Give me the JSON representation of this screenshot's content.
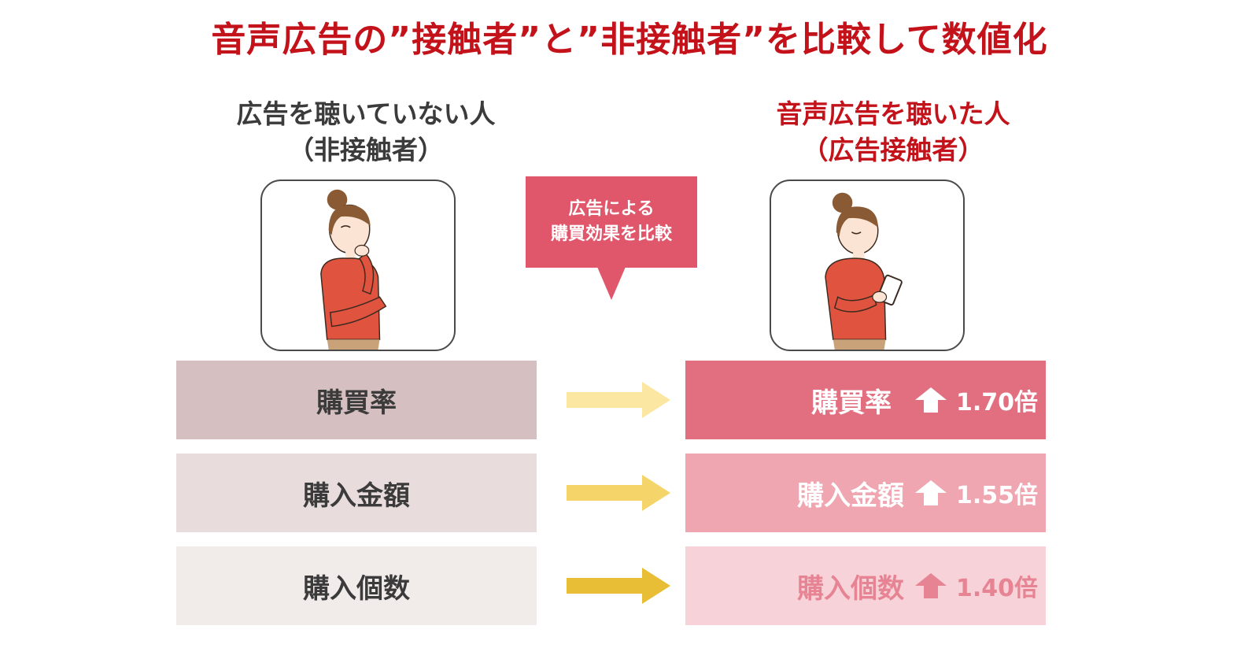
{
  "title": "音声広告の”接触者”と”非接触者”を比較して数値化",
  "left_header": {
    "line1": "広告を聴いていない人",
    "line2": "（非接触者）"
  },
  "right_header": {
    "line1": "音声広告を聴いた人",
    "line2": "（広告接触者）"
  },
  "bubble": {
    "line1": "広告による",
    "line2": "購買効果を比較"
  },
  "rows": [
    {
      "label": "購買率",
      "multiplier": "1.70倍",
      "colors": {
        "left_bg": "#d5bfc0",
        "right_bg": "#e26f80",
        "right_text": "#ffffff",
        "arrow": "#fbe6a2"
      }
    },
    {
      "label": "購入金額",
      "multiplier": "1.55倍",
      "colors": {
        "left_bg": "#e9dcdc",
        "right_bg": "#efa6b0",
        "right_text": "#ffffff",
        "arrow": "#f5d56a"
      }
    },
    {
      "label": "購入個数",
      "multiplier": "1.40倍",
      "colors": {
        "left_bg": "#f1ebea",
        "right_bg": "#f7d3d9",
        "right_text": "#e78493",
        "arrow": "#e8be36"
      }
    }
  ],
  "colors": {
    "title": "#c4121a",
    "bubble": "#e0566b",
    "sweater": "#e0533f",
    "hair": "#8a5a34",
    "skin": "#fbe4d4"
  },
  "icons": {
    "left_person": "woman-thinking-illustration",
    "right_person": "woman-using-smartphone-illustration",
    "increase": "up-arrow-icon",
    "connector": "right-arrow-icon"
  }
}
